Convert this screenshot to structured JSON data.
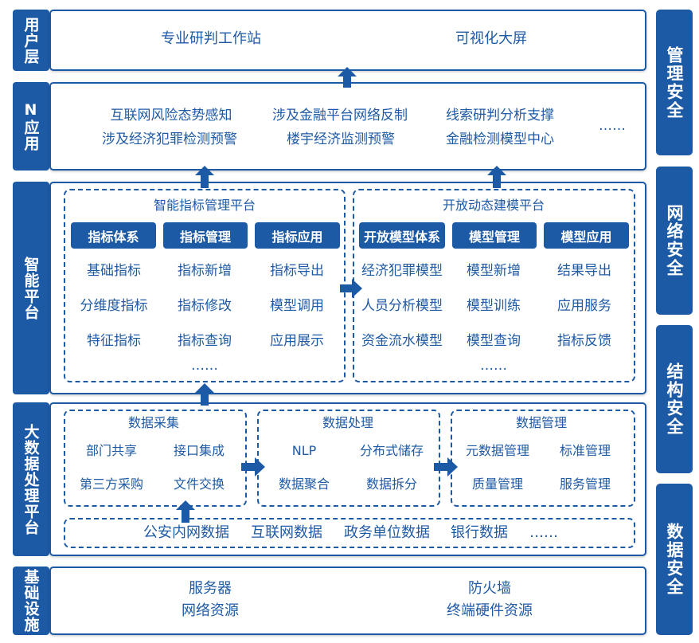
{
  "layers": {
    "user": {
      "label": "用户层",
      "items": [
        "专业研判工作站",
        "可视化大屏"
      ]
    },
    "n_app": {
      "label": "N应用",
      "items": [
        "互联网风险态势感知",
        "涉及金融平台网络反制",
        "线索研判分析支撑",
        "涉及经济犯罪检测预警",
        "楼宇经济监测预警",
        "金融检测模型中心"
      ],
      "more": "……"
    },
    "smart": {
      "label": "智能平台",
      "indicator": {
        "title": "智能指标管理平台",
        "headers": [
          "指标体系",
          "指标管理",
          "指标应用"
        ],
        "rows": [
          [
            "基础指标",
            "指标新增",
            "指标导出"
          ],
          [
            "分维度指标",
            "指标修改",
            "模型调用"
          ],
          [
            "特征指标",
            "指标查询",
            "应用展示"
          ]
        ],
        "more": "……"
      },
      "model": {
        "title": "开放动态建模平台",
        "headers": [
          "开放模型体系",
          "模型管理",
          "模型应用"
        ],
        "rows": [
          [
            "经济犯罪模型",
            "模型新增",
            "结果导出"
          ],
          [
            "人员分析模型",
            "模型训练",
            "应用服务"
          ],
          [
            "资金流水模型",
            "模型查询",
            "指标反馈"
          ]
        ],
        "more": "……"
      }
    },
    "bigdata": {
      "label": "大数据处理平台",
      "collect": {
        "title": "数据采集",
        "items": [
          "部门共享",
          "接口集成",
          "第三方采购",
          "文件交换"
        ]
      },
      "process": {
        "title": "数据处理",
        "items": [
          "NLP",
          "分布式储存",
          "数据聚合",
          "数据拆分"
        ]
      },
      "manage": {
        "title": "数据管理",
        "items": [
          "元数据管理",
          "标准管理",
          "质量管理",
          "服务管理"
        ]
      },
      "sources": [
        "公安内网数据",
        "互联网数据",
        "政务单位数据",
        "银行数据"
      ],
      "sources_more": "……"
    },
    "infra": {
      "label": "基础设施",
      "items": [
        "服务器",
        "网络资源",
        "防火墙",
        "终端硬件资源"
      ]
    }
  },
  "security": [
    "管理安全",
    "网络安全",
    "结构安全",
    "数据安全"
  ],
  "colors": {
    "primary": "#1d5aa6",
    "text": "#1f5aa5",
    "background": "#ffffff"
  }
}
